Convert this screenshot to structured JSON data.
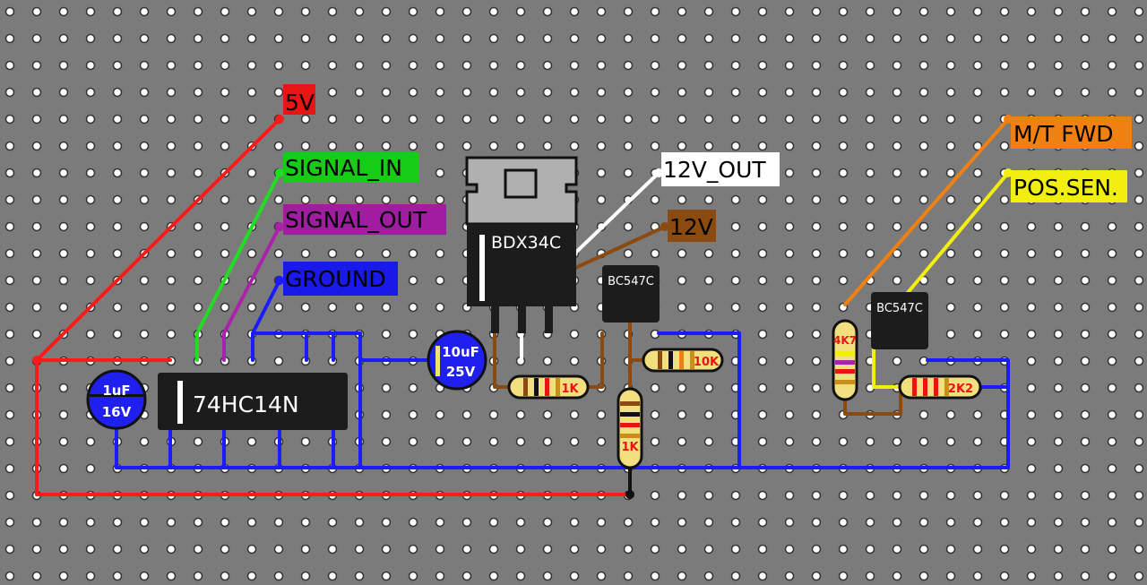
{
  "colors": {
    "board": "#7b7b7b",
    "hole": "#ffffff",
    "wire_5v": "#ff1a1a",
    "wire_signal_in": "#22dd22",
    "wire_signal_out": "#aa22aa",
    "wire_ground": "#1b1bff",
    "wire_12v_out": "#ffffff",
    "wire_12v": "#8a4a10",
    "wire_mt_fwd": "#f08010",
    "wire_pos_sen": "#f2ee10",
    "label_5v_bg": "#e81515",
    "label_signal_in_bg": "#17cc17",
    "label_signal_out_bg": "#a01ca0",
    "label_ground_bg": "#1a1ae8",
    "label_12v_out_bg": "#ffffff",
    "label_12v_bg": "#8a4a10",
    "label_mt_fwd_bg": "#f08010",
    "label_pos_sen_bg": "#f2ee10",
    "ic_body": "#1c1c1c",
    "cap_blue": "#1f1ff0",
    "resistor_body": "#f2e080",
    "transistor_tab": "#b0b0b0"
  },
  "labels": {
    "v5": "5V",
    "signal_in": "SIGNAL_IN",
    "signal_out": "SIGNAL_OUT",
    "ground": "GROUND",
    "v12_out": "12V_OUT",
    "v12": "12V",
    "mt_fwd": "M/T FWD",
    "pos_sen": "POS.SEN."
  },
  "components": {
    "ic": "74HC14N",
    "cap1_value": "1uF",
    "cap1_voltage": "16V",
    "cap2_value": "10uF",
    "cap2_voltage": "25V",
    "power_transistor": "BDX34C",
    "transistor1": "BC547C",
    "transistor2": "BC547C",
    "r_1k_horizontal": "1K",
    "r_10k": "10K",
    "r_1k_vertical": "1K",
    "r_4k7": "4K7",
    "r_2k2": "2K2"
  }
}
